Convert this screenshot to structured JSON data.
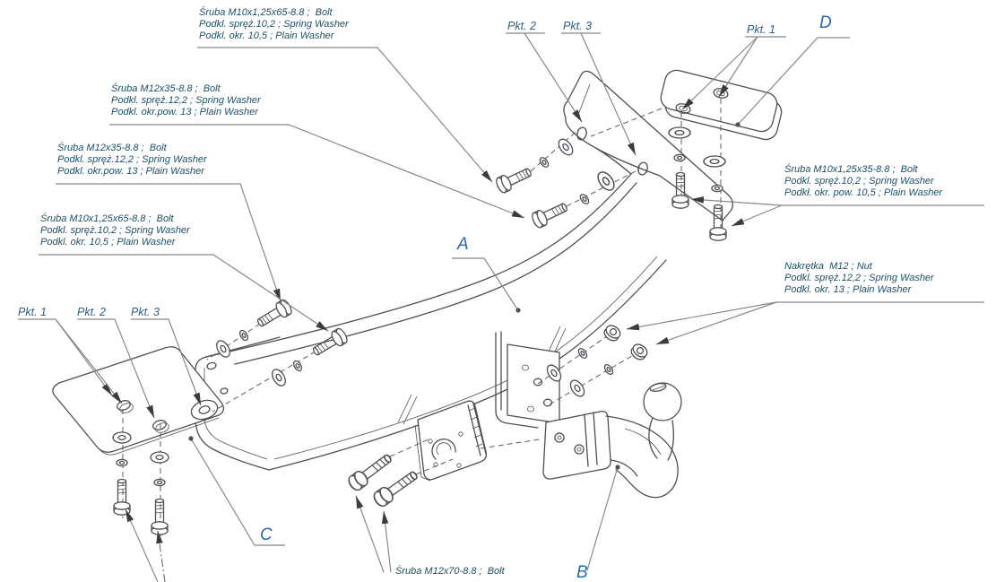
{
  "diagram": {
    "type": "towbar-exploded-assembly-drawing",
    "colors": {
      "background": "#ffffff",
      "drawing_line": "#4b4f54",
      "leader_line": "#85898d",
      "part_text": "#1d4f66",
      "letter_text": "#2a6aa8"
    },
    "part_labels": {
      "tb1": {
        "line1": "Śruba M10x1,25x65-8.8 ;  Bolt",
        "line2": "Podkl. spręż.10,2 ; Spring Washer",
        "line3": "Podkl. okr. 10,5 ; Plain Washer"
      },
      "tb2": {
        "line1": "Śruba M12x35-8.8 ;  Bolt",
        "line2": "Podkl. spręż.12,2 ; Spring Washer",
        "line3": "Podkl. okr.pow. 13 ; Plain Washer"
      },
      "tb3": {
        "line1": "Śruba M12x35-8.8 ;  Bolt",
        "line2": "Podkl. spręż.12,2 ; Spring Washer",
        "line3": "Podkl. okr.pow. 13 ; Plain Washer"
      },
      "tb4": {
        "line1": "Śruba M10x1,25x65-8.8 ;  Bolt",
        "line2": "Podkl. spręż.10,2 ; Spring Washer",
        "line3": "Podkl. okr. 10,5 ; Plain Washer"
      },
      "tb5": {
        "line1": "Śruba M10x1,25x35-8.8 ;  Bolt",
        "line2": "Podkl. spręż.10,2 ; Spring Washer",
        "line3": "Podkł. okr. pow. 10,5 ; Plain Washer"
      },
      "tb6": {
        "line1": "Nakrętka  M12 ; Nut",
        "line2": "Podkl. spręż.12,2 ; Spring Washer",
        "line3": "Podkl. okr. 13 ; Plain Washer"
      },
      "tb7": {
        "line1": "Śruba M12x70-8.8 ;  Bolt"
      }
    },
    "point_labels": {
      "pkt1": "Pkt. 1",
      "pkt2": "Pkt. 2",
      "pkt3": "Pkt. 3"
    },
    "item_letters": {
      "a": "A",
      "b": "B",
      "c": "C",
      "d": "D"
    }
  }
}
